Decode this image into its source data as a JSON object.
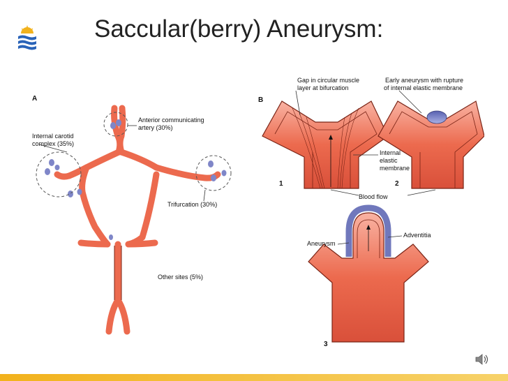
{
  "slide": {
    "title": "Saccular(berry) Aneurysm:"
  },
  "figure": {
    "panel_a": {
      "letter": "A",
      "labels": {
        "internal_carotid_1": "Internal carotid",
        "internal_carotid_2": "complex (35%)",
        "anterior_comm_1": "Anterior communicating",
        "anterior_comm_2": "artery (30%)",
        "trifurcation": "Trifurcation (30%)",
        "other_sites": "Other sites (5%)"
      }
    },
    "panel_b": {
      "letter": "B",
      "labels": {
        "gap_1": "Gap in circular muscle",
        "gap_2": "layer at bifurcation",
        "early_1": "Early aneurysm with rupture",
        "early_2": "of internal elastic membrane",
        "internal_1": "Internal",
        "internal_2": "elastic",
        "internal_3": "membrane",
        "blood_flow": "Blood flow",
        "aneurysm": "Aneurysm",
        "adventitia": "Adventitia",
        "num1": "1",
        "num2": "2",
        "num3": "3"
      }
    }
  },
  "colors": {
    "artery": "#ec6a4e",
    "artery_dark": "#7a2416",
    "aneurysm_blue": "#7f86c8",
    "bottom_bar": "#f2b21c"
  },
  "icons": [
    "sun-waves-logo-icon",
    "speaker-icon"
  ]
}
